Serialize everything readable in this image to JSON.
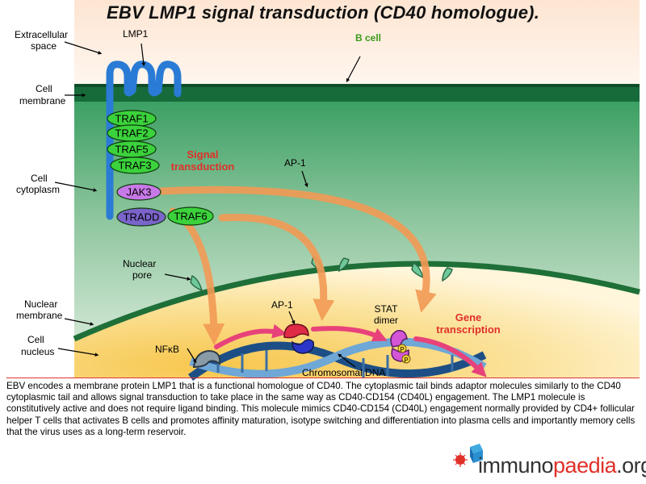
{
  "title": "EBV LMP1 signal transduction (CD40 homologue).",
  "labels": {
    "extracellular": [
      "Extracellular",
      "space"
    ],
    "lmp1": "LMP1",
    "b_cell": "B cell",
    "cell_membrane": [
      "Cell",
      "membrane"
    ],
    "cell_cytoplasm": [
      "Cell",
      "cytoplasm"
    ],
    "nuclear_pore": [
      "Nuclear",
      "pore"
    ],
    "nuclear_membrane": [
      "Nuclear",
      "membrane"
    ],
    "cell_nucleus": [
      "Cell",
      "nucleus"
    ],
    "signal_transduction": [
      "Signal",
      "transduction"
    ],
    "ap1_cytoplasm": "AP-1",
    "ap1_nucleus": "AP-1",
    "stat_dimer": [
      "STAT",
      "dimer"
    ],
    "gene_transcription": [
      "Gene",
      "transcription"
    ],
    "nfkb": "NFκB",
    "chromosomal_dna": "Chromosomal DNA",
    "phospho": "P"
  },
  "proteins": {
    "traf1": "TRAF1",
    "traf2": "TRAF2",
    "traf5": "TRAF5",
    "traf3": "TRAF3",
    "jak3": "JAK3",
    "tradd": "TRADD",
    "traf6": "TRAF6"
  },
  "description": "EBV encodes a membrane protein LMP1 that is a functional homologue of CD40. The cytoplasmic tail binds adaptor molecules similarly to the CD40 cytoplasmic tail and allows signal transduction to take place in the same way as CD40-CD154 (CD40L) engagement. The LMP1 molecule is constitutively active and does not require ligand binding. This molecule mimics CD40-CD154 (CD40L) engagement normally provided by CD4+ follicular helper T cells that activates B cells and promotes affinity maturation, isotype switching and differentiation into plasma cells and importantly memory cells that the virus uses as a long-term reservoir.",
  "logo": {
    "part1": "immuno",
    "part2": "paedia",
    "part3": ".org"
  },
  "colors": {
    "traf": "#3bd23b",
    "jak": "#c879e8",
    "membrane": "#176b3a",
    "arrow": "#f39a55",
    "pink_arrow": "#e8427a",
    "red_text": "#e0302a"
  }
}
